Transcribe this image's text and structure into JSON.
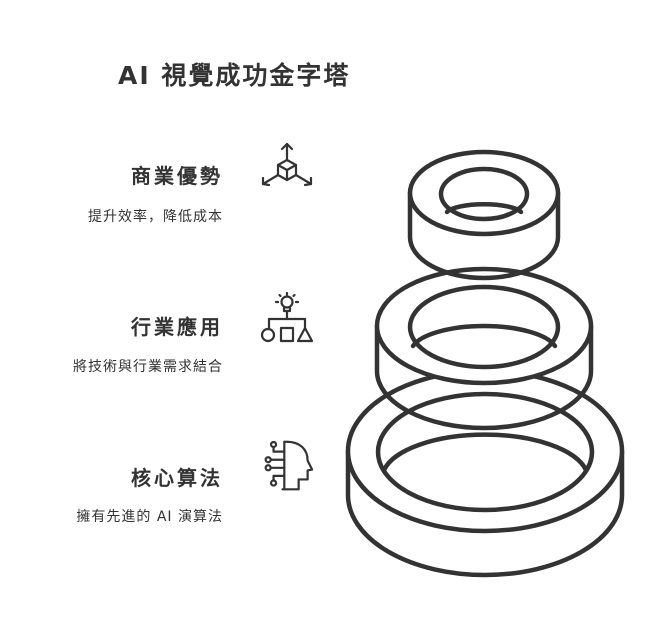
{
  "title": "AI 視覺成功金字塔",
  "levels": [
    {
      "heading": "商業優勢",
      "description": "提升效率，降低成本",
      "icon": "cube-arrows-icon"
    },
    {
      "heading": "行業應用",
      "description": "將技術與行業需求結合",
      "icon": "lightbulb-shapes-icon"
    },
    {
      "heading": "核心算法",
      "description": "擁有先進的 AI 演算法",
      "icon": "ai-head-icon"
    }
  ],
  "colors": {
    "ink": "#333333",
    "background": "#ffffff"
  }
}
